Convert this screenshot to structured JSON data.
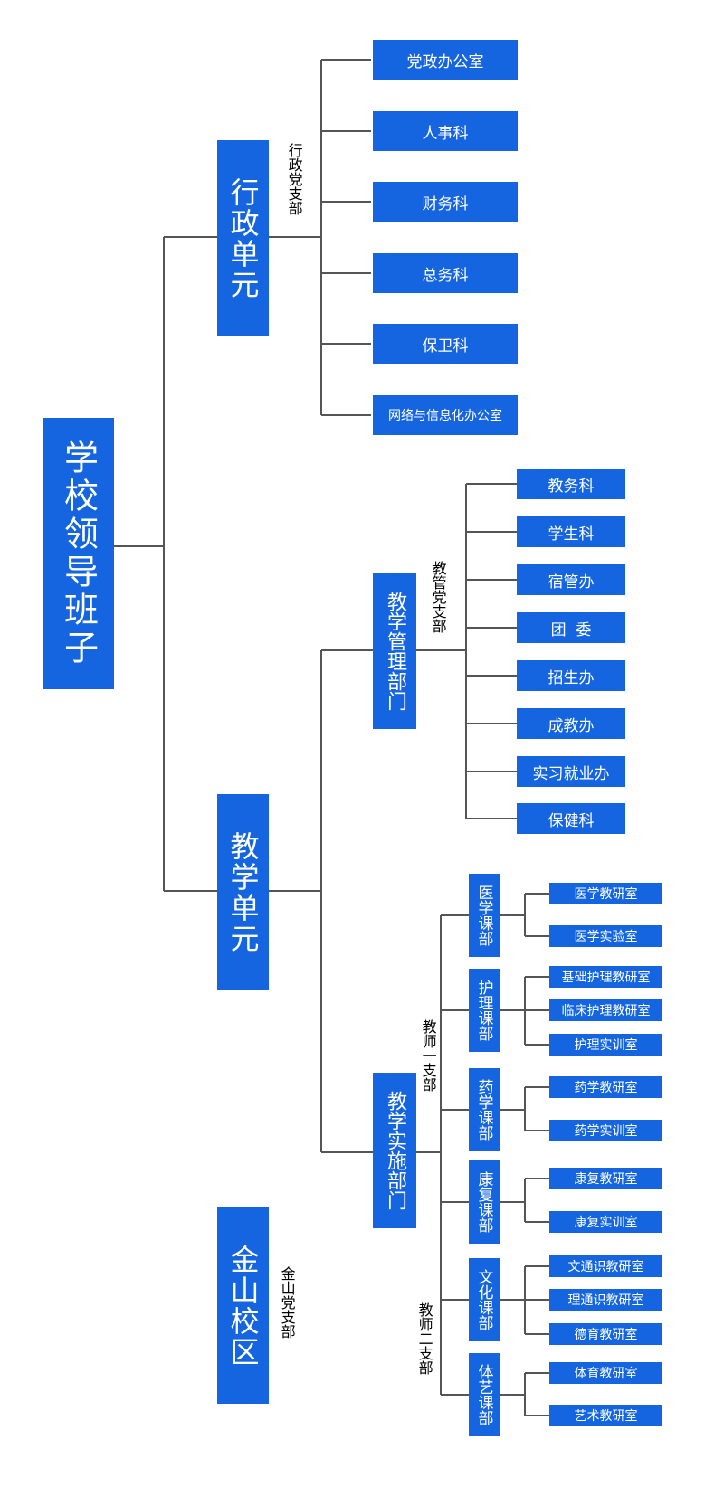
{
  "root": "学校领导班子",
  "units": {
    "admin": "行政单元",
    "teaching": "教学单元",
    "jinshan": "金山校区"
  },
  "branches": {
    "admin": "行政党支部",
    "mgmt": "教管党支部",
    "teacher1": "教师一支部",
    "teacher2": "教师二支部",
    "jinshan": "金山党支部"
  },
  "admin_depts": [
    "党政办公室",
    "人事科",
    "财务科",
    "总务科",
    "保卫科",
    "网络与信息化办公室"
  ],
  "mgmt_dept": "教学管理部门",
  "mgmt_items": [
    "教务科",
    "学生科",
    "宿管办",
    "团  委",
    "招生办",
    "成教办",
    "实习就业办",
    "保健科"
  ],
  "impl_dept": "教学实施部门",
  "course_depts": [
    {
      "name": "医学课部",
      "rooms": [
        "医学教研室",
        "医学实验室"
      ]
    },
    {
      "name": "护理课部",
      "rooms": [
        "基础护理教研室",
        "临床护理教研室",
        "护理实训室"
      ]
    },
    {
      "name": "药学课部",
      "rooms": [
        "药学教研室",
        "药学实训室"
      ]
    },
    {
      "name": "康复课部",
      "rooms": [
        "康复教研室",
        "康复实训室"
      ]
    },
    {
      "name": "文化课部",
      "rooms": [
        "文通识教研室",
        "理通识教研室",
        "德育教研室"
      ]
    },
    {
      "name": "体艺课部",
      "rooms": [
        "体育教研室",
        "艺术教研室"
      ]
    }
  ]
}
